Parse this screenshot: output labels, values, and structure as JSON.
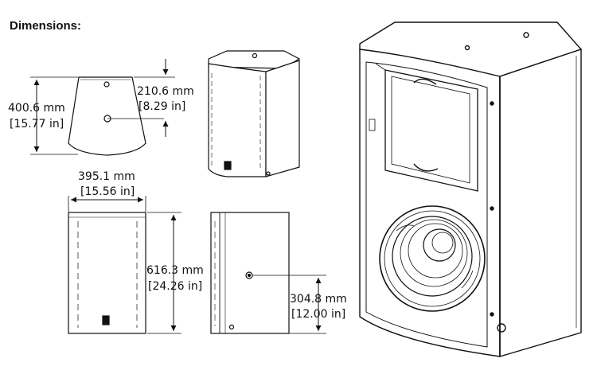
{
  "heading": "Dimensions:",
  "top_view": {
    "depth_mm": "400.6 mm",
    "depth_in": "[15.77 in]",
    "narrow_depth_mm": "210.6 mm",
    "narrow_depth_in": "[8.29 in]"
  },
  "front_view": {
    "width_mm": "395.1 mm",
    "width_in": "[15.56 in]",
    "height_mm": "616.3 mm",
    "height_in": "[24.26 in]"
  },
  "side_view": {
    "mount_height_mm": "304.8 mm",
    "mount_height_in": "[12.00 in]"
  },
  "colors": {
    "line": "#111111",
    "background": "#ffffff"
  }
}
